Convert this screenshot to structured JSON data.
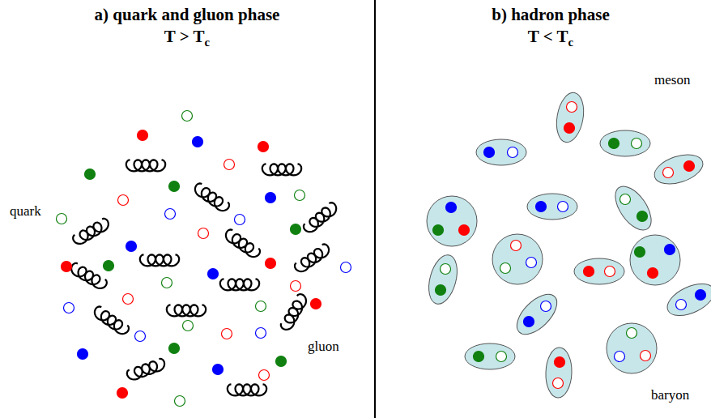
{
  "diagram": {
    "labels": [
      "a) quark and gluon phase",
      "T > T",
      "c",
      "b) hadron phase",
      "T < T",
      "c",
      "quark",
      "gluon",
      "meson",
      "baryon"
    ]
  }
}
